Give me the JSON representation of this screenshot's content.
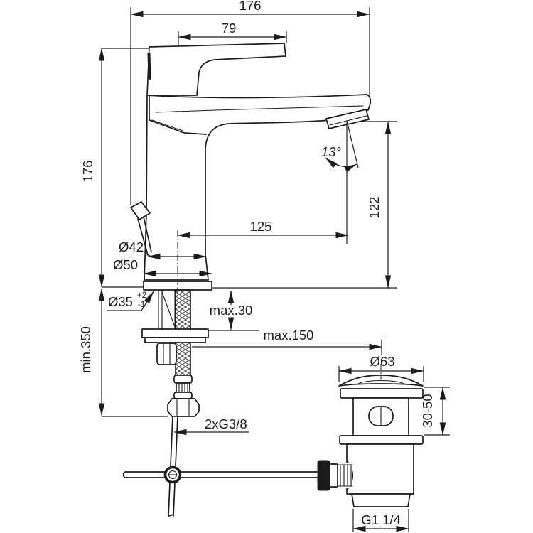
{
  "colors": {
    "ink": "#1c1c1c",
    "background": "#ffffff"
  },
  "labels": {
    "total_width": "176",
    "handle_length": "79",
    "body_height": "176",
    "spout_reach": "125",
    "spout_height": "122",
    "spout_angle": "13°",
    "body_diameter": "Ø42",
    "base_diameter": "Ø50",
    "hole_diameter": "Ø35",
    "hole_tolerance_plus": "+2",
    "hole_tolerance_minus": "-1",
    "deck_thickness_max": "max.30",
    "hose_length_min": "min.350",
    "rod_reach_max": "max.150",
    "hose_thread": "2xG3/8",
    "waste_cap_diameter": "Ø63",
    "waste_clamp_range": "30-50",
    "waste_thread": "G1 1/4"
  }
}
